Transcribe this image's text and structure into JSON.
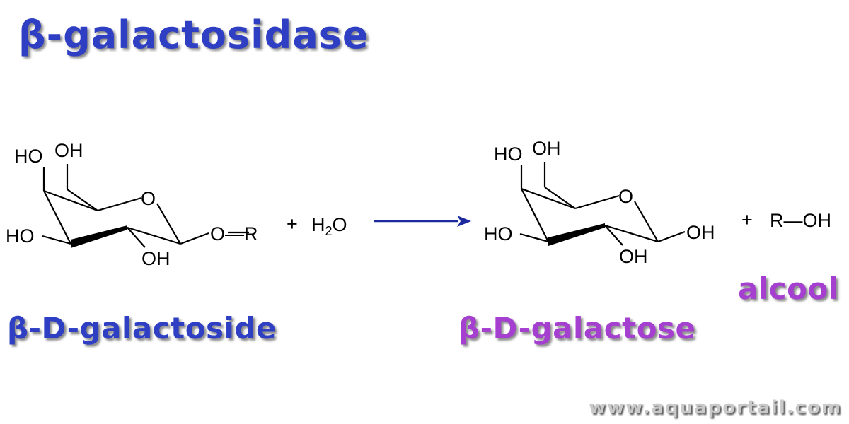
{
  "title": "β-galactosidase",
  "colors": {
    "title": "#2f3fc4",
    "substrate_label": "#2f3fc4",
    "product_label": "#a53fd0",
    "arrow": "#1c2a9e",
    "bonds": "#000000"
  },
  "reactant": {
    "name": "β-D-galactoside",
    "groups": {
      "ho_top": "HO",
      "oh_top": "OH",
      "ring_o": "O",
      "ho_left": "HO",
      "oh_bottom": "OH",
      "ether": "O—R"
    }
  },
  "water": {
    "plus": "+",
    "formula": "H",
    "subscript": "2",
    "tail": "O"
  },
  "product": {
    "name": "β-D-galactose",
    "groups": {
      "ho_top": "HO",
      "oh_top": "OH",
      "ring_o": "O",
      "ho_left": "HO",
      "oh_bottom": "OH",
      "oh_right": "OH"
    }
  },
  "alcohol": {
    "plus": "+",
    "formula": "R—OH",
    "name": "alcool"
  },
  "watermark": "www.aquaportail.com"
}
